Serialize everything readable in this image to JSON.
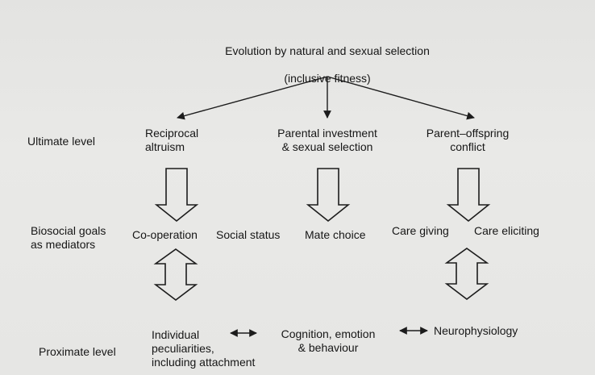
{
  "top_node": {
    "line1": "Evolution by natural and sexual selection",
    "line2": "(inclusive fitness)"
  },
  "levels": {
    "ultimate": "Ultimate level",
    "biosocial": "Biosocial goals\nas mediators",
    "proximate": "Proximate level"
  },
  "ultimate_nodes": {
    "reciprocal": "Reciprocal\naltruism",
    "parental": "Parental investment\n& sexual selection",
    "conflict": "Parent–offspring\nconflict"
  },
  "goals": {
    "cooperation": "Co-operation",
    "social_status": "Social status",
    "mate_choice": "Mate choice",
    "care_giving": "Care giving",
    "care_eliciting": "Care eliciting"
  },
  "proximate_nodes": {
    "individual": "Individual\npeculiarities,\nincluding attachment",
    "cognition": "Cognition, emotion\n& behaviour",
    "neuro": "Neurophysiology"
  }
}
